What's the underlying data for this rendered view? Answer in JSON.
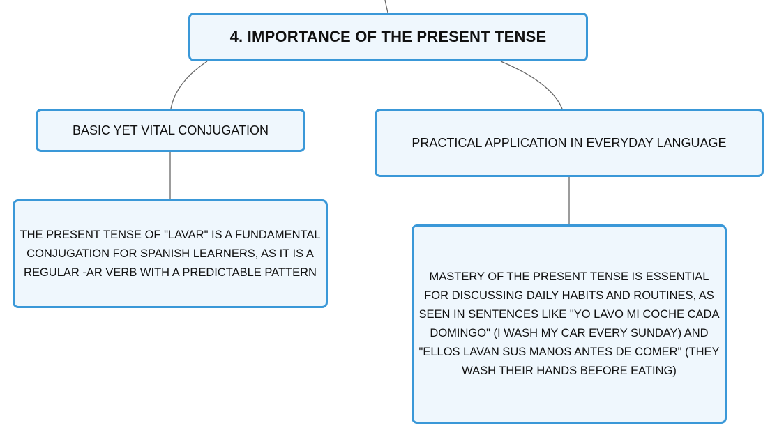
{
  "mindmap": {
    "root": {
      "text": "4. IMPORTANCE OF THE PRESENT TENSE"
    },
    "branch_left": {
      "text": "BASIC YET VITAL CONJUGATION",
      "detail": "THE PRESENT TENSE OF \"LAVAR\" IS A FUNDAMENTAL CONJUGATION FOR SPANISH LEARNERS, AS IT IS A REGULAR -AR VERB WITH A PREDICTABLE PATTERN"
    },
    "branch_right": {
      "text": "PRACTICAL APPLICATION IN EVERYDAY LANGUAGE",
      "detail": "MASTERY OF THE PRESENT TENSE IS ESSENTIAL FOR DISCUSSING DAILY HABITS AND ROUTINES, AS SEEN IN SENTENCES LIKE \"YO LAVO MI COCHE CADA DOMINGO\" (I WASH MY CAR EVERY SUNDAY) AND \"ELLOS LAVAN SUS MANOS ANTES DE COMER\" (THEY WASH THEIR HANDS BEFORE EATING)"
    }
  },
  "colors": {
    "node_border": "#3a98d8",
    "node_fill": "#eff7fd",
    "connector": "#666666"
  }
}
